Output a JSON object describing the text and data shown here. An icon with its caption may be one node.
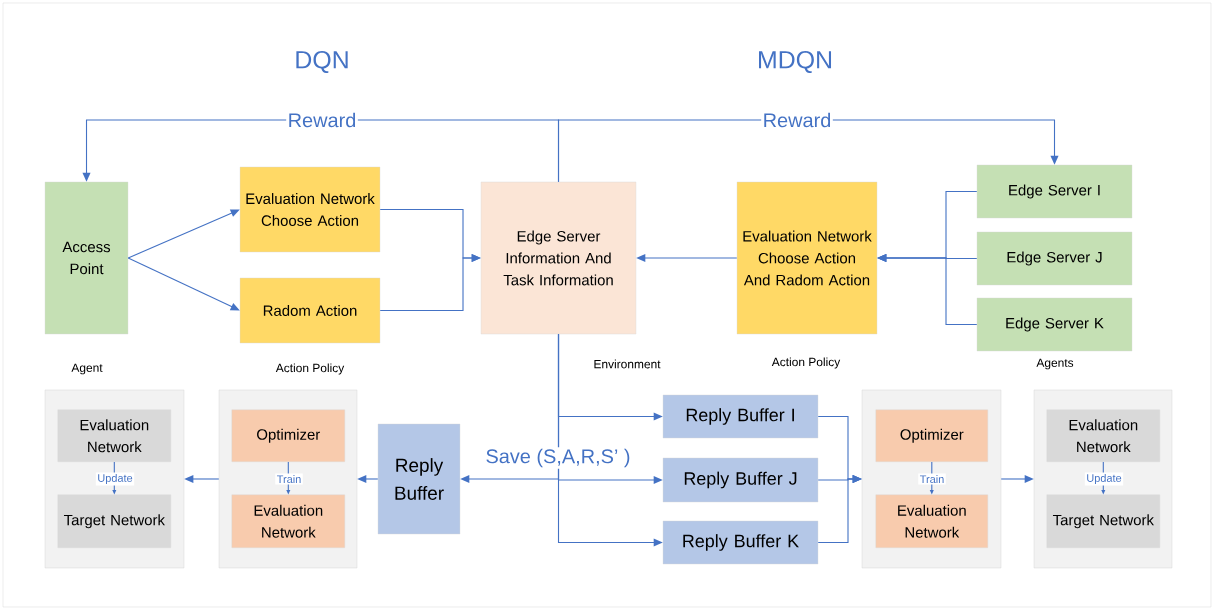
{
  "diagram": {
    "nodes": [
      {
        "text": [
          "Access Point"
        ],
        "beside": [
          "Agent"
        ]
      },
      {
        "text": [
          "Evaluation Network Choose Action"
        ]
      },
      {
        "text": [
          "Radom Action"
        ],
        "beside": [
          "Action Policy"
        ]
      },
      {
        "text": [
          "Edge Server Information And Task Information"
        ],
        "beside": [
          "Environment"
        ]
      },
      {
        "text": [
          "Evaluation Network Choose Action And Radom Action"
        ],
        "beside": [
          "Action Policy"
        ]
      },
      {
        "text": [
          "Edge Server I"
        ]
      },
      {
        "text": [
          "Edge Server J"
        ]
      },
      {
        "text": [
          "Edge Server K"
        ],
        "beside": [
          "Agents"
        ]
      },
      {
        "text": [],
        "shape": "box"
      },
      {
        "text": [
          "Evaluation Network"
        ],
        "in": 8
      },
      {
        "text": [
          "Target Network"
        ],
        "in": 8
      },
      {
        "text": [],
        "shape": "box"
      },
      {
        "text": [
          "Optimizer"
        ],
        "in": 11
      },
      {
        "text": [
          "Evaluation Network"
        ],
        "in": 11
      },
      {
        "text": [
          "Reply Buffer"
        ]
      },
      {
        "text": [
          "Reply Buffer I"
        ]
      },
      {
        "text": [
          "Reply Buffer J"
        ]
      },
      {
        "text": [
          "Reply Buffer K"
        ]
      },
      {
        "text": [],
        "shape": "box"
      },
      {
        "text": [
          "Optimizer"
        ],
        "in": 18
      },
      {
        "text": [
          "Evaluation Network"
        ],
        "in": 18
      },
      {
        "text": [],
        "shape": "box"
      },
      {
        "text": [
          "Evaluation Network"
        ],
        "in": 21
      },
      {
        "text": [
          "Target Network"
        ],
        "in": 21
      }
    ],
    "edges": [
      {
        "from": 3,
        "to": 0,
        "arrow": "to",
        "label": "Reward"
      },
      {
        "from": 3,
        "to": 5,
        "arrow": "to",
        "label": "Reward"
      },
      {
        "from": 0,
        "to": 1,
        "arrow": "to"
      },
      {
        "from": 0,
        "to": 2,
        "arrow": "to"
      },
      {
        "from": 1,
        "to": 3,
        "arrow": "to"
      },
      {
        "from": 2,
        "to": 3,
        "arrow": "to"
      },
      {
        "from": 4,
        "to": 3,
        "arrow": "to"
      },
      {
        "from": 5,
        "to": 4,
        "arrow": "to"
      },
      {
        "from": 6,
        "to": 4,
        "arrow": "to"
      },
      {
        "from": 7,
        "to": 4,
        "arrow": "to"
      },
      {
        "from": 3,
        "to": 14,
        "arrow": "to",
        "label": "Save (S,A,R,S’ )"
      },
      {
        "from": 3,
        "to": 15,
        "arrow": "to"
      },
      {
        "from": 3,
        "to": 16,
        "arrow": "to"
      },
      {
        "from": 3,
        "to": 17,
        "arrow": "to"
      },
      {
        "from": 14,
        "to": 11,
        "arrow": "to"
      },
      {
        "from": 11,
        "to": 8,
        "arrow": "to"
      },
      {
        "from": 12,
        "to": 13,
        "arrow": "to",
        "label": "Train"
      },
      {
        "from": 9,
        "to": 10,
        "arrow": "to",
        "label": "Update"
      },
      {
        "from": 15,
        "to": 18,
        "arrow": "to"
      },
      {
        "from": 16,
        "to": 18,
        "arrow": "to"
      },
      {
        "from": 17,
        "to": 18,
        "arrow": "to"
      },
      {
        "from": 18,
        "to": 21,
        "arrow": "to"
      },
      {
        "from": 19,
        "to": 20,
        "arrow": "to",
        "label": "Train"
      },
      {
        "from": 22,
        "to": 23,
        "arrow": "to",
        "label": "Update"
      }
    ],
    "labels": [
      "DQN",
      "MDQN"
    ]
  }
}
